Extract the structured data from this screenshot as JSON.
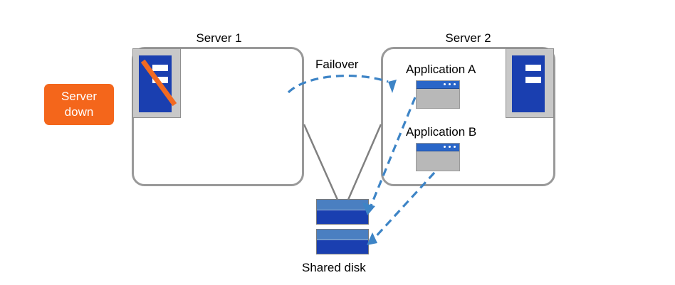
{
  "diagram": {
    "title_server1": "Server 1",
    "title_server2": "Server 2",
    "failover_label": "Failover",
    "app_a_label": "Application  A",
    "app_b_label": "Application  B",
    "shared_disk_label": "Shared disk",
    "server_down_line1": "Server",
    "server_down_line2": "down",
    "colors": {
      "badge_bg": "#f4661b",
      "badge_text": "#ffffff",
      "arrow_blue": "#3d84c6",
      "box_border": "#999999",
      "icon_blue": "#1a3fb0",
      "disk_light": "#4a7fc1",
      "slash_orange": "#f26a21",
      "line_gray": "#808080"
    }
  }
}
